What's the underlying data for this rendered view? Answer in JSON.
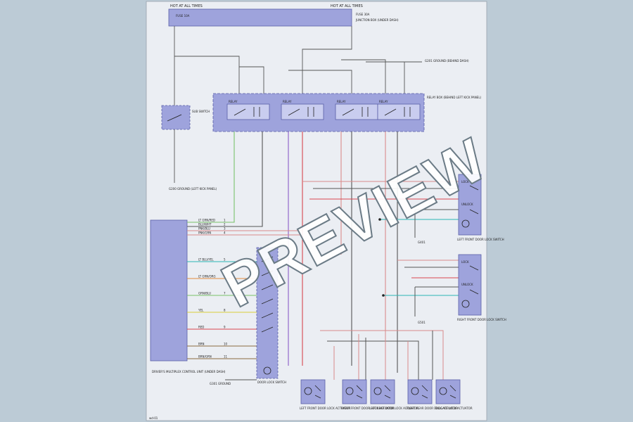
{
  "colors": {
    "background": "#bccbd6",
    "paper": "#ebeef3",
    "module_fill": "#9ea3dc",
    "module_stroke": "#5a5fa8",
    "wire_default": "#555555",
    "wire_green": "#79c36a",
    "wire_purple": "#8a5cc7",
    "wire_red": "#d8474f",
    "wire_pink": "#d98b8b",
    "wire_teal": "#2bb6b6",
    "wire_yellow": "#d8cf3a",
    "wire_orange": "#e28a3c",
    "wire_brown": "#8b6b3f"
  },
  "watermark": "PREVIEW",
  "power_bus": {
    "left_label": "HOT AT ALL TIMES",
    "right_label": "HOT AT ALL TIMES",
    "left_fuse": "FUSE 10A",
    "right_fuse": "FUSE 30A",
    "right_note": "JUNCTION BOX (UNDER DASH)"
  },
  "switch_box": {
    "label": "RELAY BOX (BEHIND LEFT KICK PANEL)"
  },
  "relays": [
    {
      "name": "RELAY"
    },
    {
      "name": "RELAY"
    },
    {
      "name": "RELAY"
    },
    {
      "name": "RELAY"
    }
  ],
  "small_switch": {
    "label": "SUB SWITCH"
  },
  "ground_left": {
    "label": "G200 GROUND (LEFT KICK PANEL)"
  },
  "top_right_ground": {
    "label": "G201 GROUND (BEHIND DASH)"
  },
  "body_module": {
    "label": "DRIVER'S MULTIPLEX CONTROL UNIT (UNDER DASH)"
  },
  "connector_strip": {
    "label": "DOOR LOCK SWITCH"
  },
  "bottom_left_ground": {
    "label": "G301 GROUND"
  },
  "bottom_tag": "wd-01",
  "left_wires": [
    {
      "label": "LT GRN/RED",
      "pin": "1"
    },
    {
      "label": "BLU/WHT",
      "pin": "2"
    },
    {
      "label": "PNK/BLU",
      "pin": "3"
    },
    {
      "label": "PNK/GRN",
      "pin": "4"
    },
    {
      "label": "LT BLU/YEL",
      "pin": "5"
    },
    {
      "label": "LT GRN/ORG",
      "pin": "6"
    },
    {
      "label": "GRN/BLU",
      "pin": "7"
    },
    {
      "label": "YEL",
      "pin": "8"
    },
    {
      "label": "RED",
      "pin": "9"
    },
    {
      "label": "BRN",
      "pin": "10"
    },
    {
      "label": "BRN/GRN",
      "pin": "11"
    }
  ],
  "door_switches": [
    {
      "name": "LEFT FRONT DOOR LOCK SWITCH",
      "lock": "LOCK",
      "unlock": "UNLOCK",
      "ground": "G401"
    },
    {
      "name": "RIGHT FRONT DOOR LOCK SWITCH",
      "lock": "LOCK",
      "unlock": "UNLOCK",
      "ground": "G501"
    }
  ],
  "actuators": [
    {
      "name": "LEFT FRONT DOOR LOCK ACTUATOR"
    },
    {
      "name": "RIGHT FRONT DOOR LOCK ACTUATOR"
    },
    {
      "name": "LEFT REAR DOOR LOCK ACTUATOR"
    },
    {
      "name": "RIGHT REAR DOOR LOCK ACTUATOR"
    },
    {
      "name": "TAILGATE LOCK ACTUATOR"
    }
  ]
}
